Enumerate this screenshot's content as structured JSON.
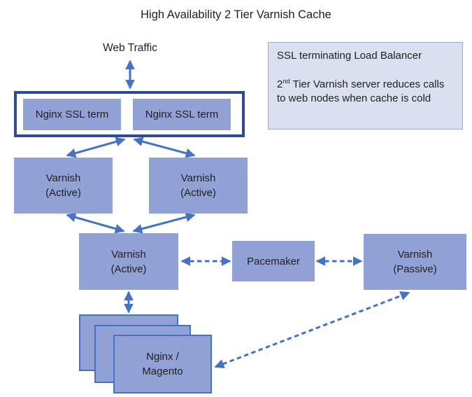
{
  "title": "High Availability 2 Tier Varnish Cache",
  "labels": {
    "web_traffic": "Web Traffic"
  },
  "note": {
    "line1": "SSL terminating Load Balancer",
    "line2_num": "2",
    "line2_sup": "nd",
    "line2_rest": " Tier Varnish server reduces calls to web nodes when cache is cold"
  },
  "nodes": {
    "nginx_ssl_left": "Nginx SSL term",
    "nginx_ssl_right": "Nginx SSL term",
    "varnish_active_left": "Varnish\n(Active)",
    "varnish_active_right": "Varnish\n(Active)",
    "varnish_active_tier2": "Varnish\n(Active)",
    "pacemaker": "Pacemaker",
    "varnish_passive": "Varnish\n(Passive)",
    "web_node_front": "Nginx /\nMagento"
  },
  "colors": {
    "accent": "#4472C4",
    "node_fill": "#92A1D6",
    "container_border": "#2E4C8F",
    "note_fill": "#DAE0F0",
    "note_border": "#9FA9C9",
    "text": "#1F1F1F"
  }
}
